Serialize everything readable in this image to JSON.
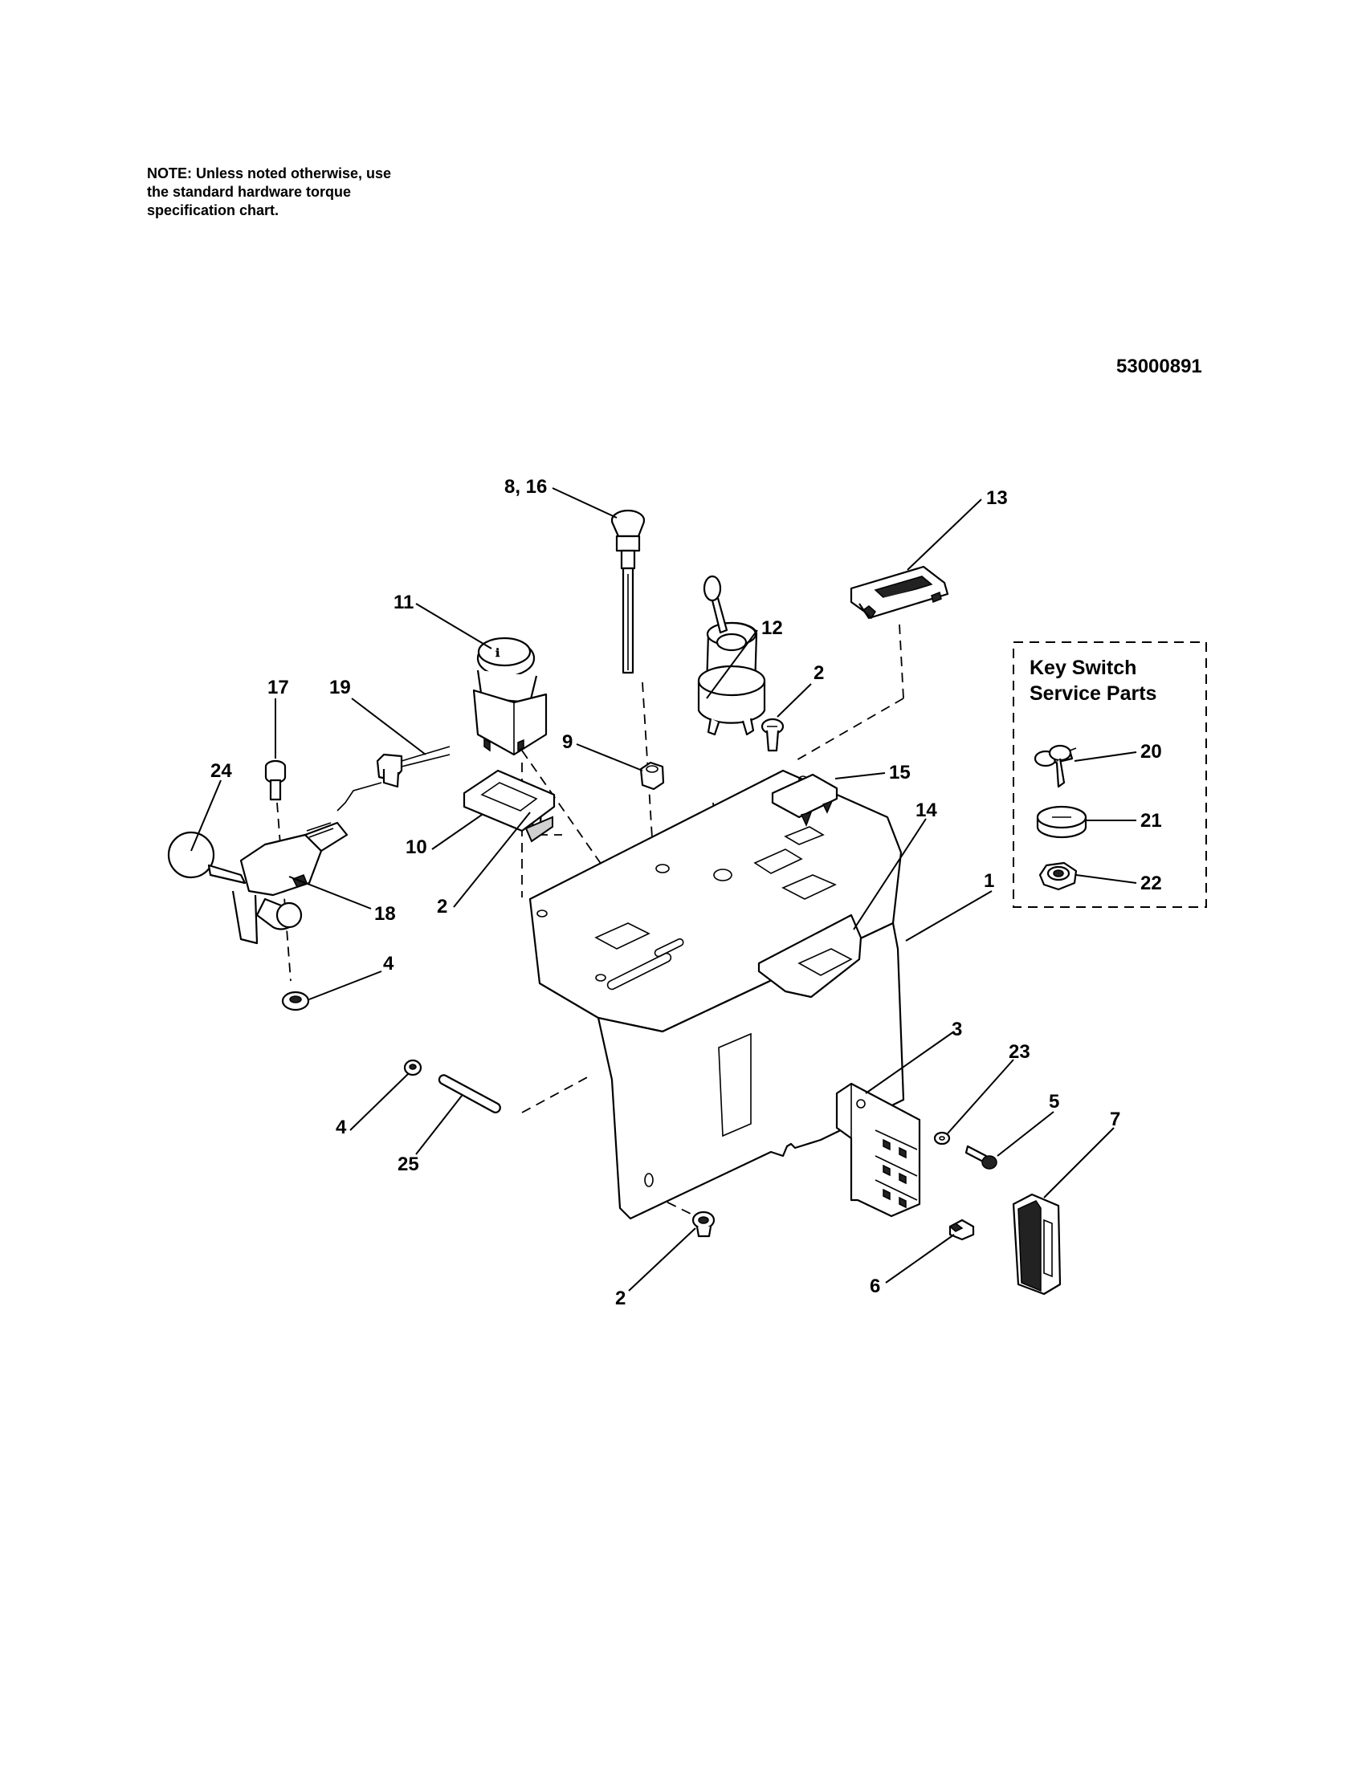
{
  "note": {
    "line1": "NOTE: Unless noted otherwise, use",
    "line2": "the standard hardware torque",
    "line3": "specification chart."
  },
  "figure_number": "53000891",
  "inset_box": {
    "title_line1": "Key Switch",
    "title_line2": "Service Parts"
  },
  "callouts": {
    "c8_16": "8, 16",
    "c13": "13",
    "c11": "11",
    "c12": "12",
    "c2_top": "2",
    "c17": "17",
    "c19": "19",
    "c9": "9",
    "c15": "15",
    "c24": "24",
    "c10": "10",
    "c14": "14",
    "c2_left": "2",
    "c1": "1",
    "c18": "18",
    "c4_right": "4",
    "c3": "3",
    "c23": "23",
    "c5": "5",
    "c7": "7",
    "c4_left": "4",
    "c25": "25",
    "c6": "6",
    "c2_bottom": "2",
    "c20": "20",
    "c21": "21",
    "c22": "22"
  }
}
